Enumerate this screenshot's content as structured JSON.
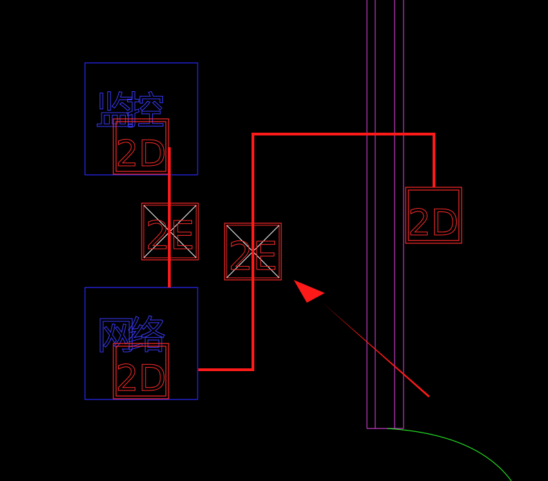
{
  "colors": {
    "background": "#000000",
    "room_outline": "#2a2aff",
    "room_text": "#3a3aff",
    "device": "#ff2a2a",
    "cable": "#ff1a1a",
    "riser": "#c03ac0",
    "cross": "#ffffff",
    "arc": "#22dd22",
    "arrow": "#ff1a1a"
  },
  "rooms": {
    "monitor": {
      "label": "监控",
      "device_label": "2D"
    },
    "network": {
      "label": "网络",
      "device_label": "2D"
    }
  },
  "boxes": {
    "left": {
      "label": "2E"
    },
    "center": {
      "label": "2E"
    }
  },
  "devices": {
    "right": {
      "label": "2D"
    }
  }
}
